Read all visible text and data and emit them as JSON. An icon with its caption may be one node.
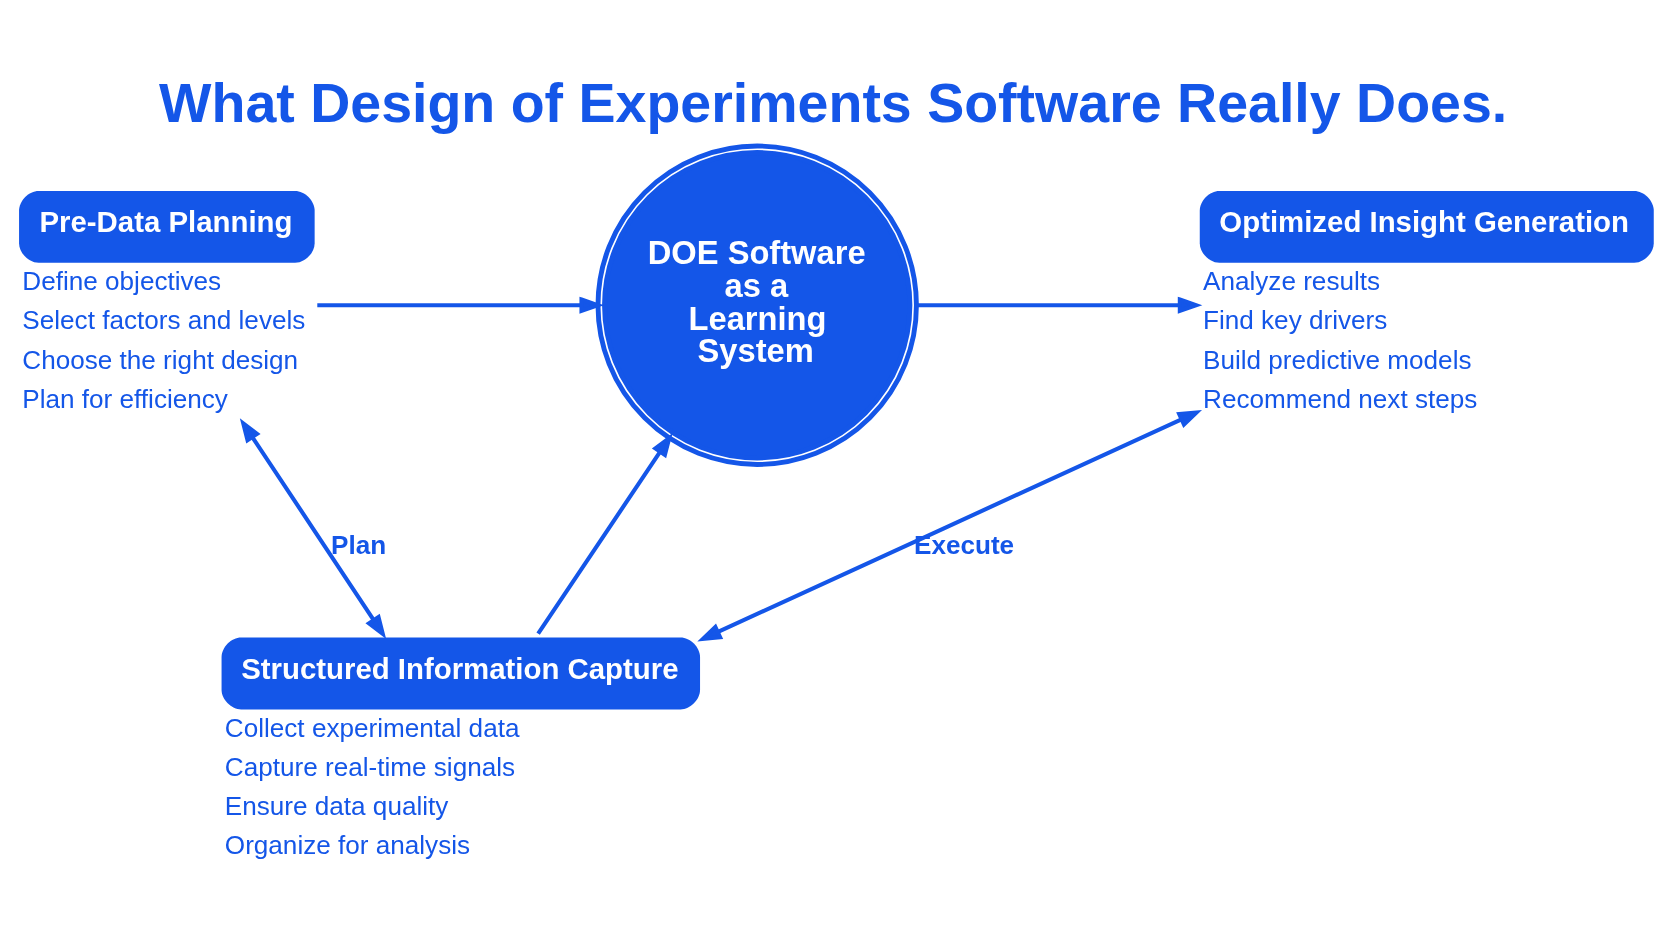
{
  "diagram": {
    "title": "What Design of Experiments Software Really Does.",
    "nodes": [
      {
        "text": [
          "Pre-Data Planning"
        ],
        "beside": [
          "Define objectives",
          "Select factors and levels",
          "Choose the right design",
          "Plan for efficiency"
        ]
      },
      {
        "text": [
          "DOE Software as a Learning System"
        ]
      },
      {
        "text": [
          "Optimized Insight Generation"
        ],
        "beside": [
          "Analyze results",
          "Find key drivers",
          "Build predictive models",
          "Recommend next steps"
        ]
      },
      {
        "text": [
          "Structured Information Capture"
        ],
        "beside": [
          "Collect experimental data",
          "Capture real-time signals",
          "Ensure data quality",
          "Organize for analysis"
        ]
      }
    ],
    "edges": [
      {
        "from": 0,
        "to": 1,
        "arrow": "to"
      },
      {
        "from": 1,
        "to": 2,
        "arrow": "to"
      },
      {
        "from": 3,
        "to": 1,
        "arrow": "to"
      },
      {
        "from": 0,
        "to": 3,
        "arrow": "both",
        "label": "Plan"
      },
      {
        "from": 3,
        "to": 2,
        "arrow": "both",
        "label": "Execute"
      }
    ]
  }
}
